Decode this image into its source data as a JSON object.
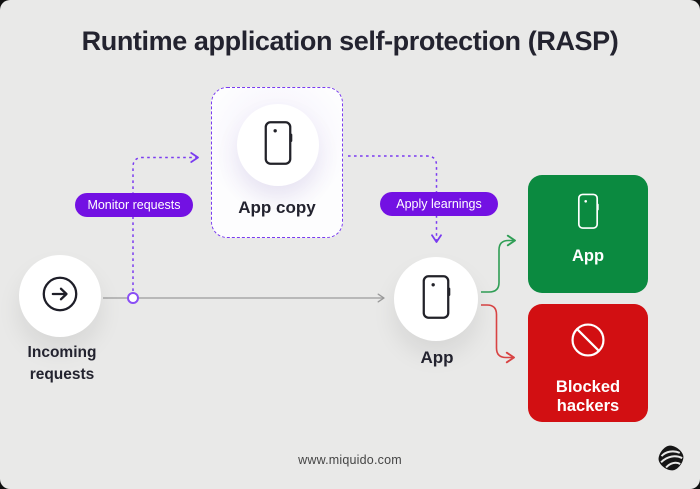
{
  "title": "Runtime application self-protection (RASP)",
  "badges": {
    "monitor": "Monitor requests",
    "apply": "Apply learnings"
  },
  "nodes": {
    "incoming": {
      "label": "Incoming requests",
      "icon": "arrow-right-circle-icon"
    },
    "app_copy": {
      "label": "App copy",
      "icon": "phone-icon"
    },
    "app": {
      "label": "App",
      "icon": "phone-icon"
    },
    "app_protected": {
      "label": "App",
      "icon": "phone-icon"
    },
    "blocked_hackers": {
      "label": "Blocked hackers",
      "icon": "prohibited-icon"
    }
  },
  "footer": {
    "url": "www.miquido.com",
    "logo": "miquido-logo"
  },
  "colors": {
    "background": "#e9e9e8",
    "badge_purple": "#7311e3",
    "dashed_purple": "#7a3bf0",
    "green_box": "#0b8a40",
    "red_box": "#d20f12",
    "arrow_green": "#2f9e55",
    "arrow_red": "#d84343",
    "gray_line": "#9b9b9b",
    "text_dark": "#23232f"
  }
}
